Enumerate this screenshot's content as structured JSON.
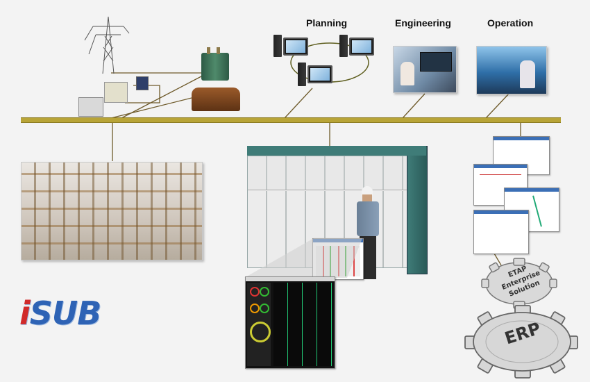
{
  "labels": {
    "planning": "Planning",
    "engineering": "Engineering",
    "operation": "Operation"
  },
  "logo": {
    "i": "i",
    "rest": "SUB"
  },
  "gears": {
    "small_line1": "ETAP",
    "small_line2": "Enterprise",
    "small_line3": "Solution",
    "large": "ERP"
  },
  "colors": {
    "bus": "#b8a437",
    "logo_blue": "#2e63b5",
    "logo_red": "#d12a2a",
    "gear": "#d9d9d9"
  },
  "icons": [
    "transmission-tower-icon",
    "transformer-icon",
    "relay-icon",
    "meter-icon",
    "computer-workstation-icon",
    "gear-icon"
  ]
}
